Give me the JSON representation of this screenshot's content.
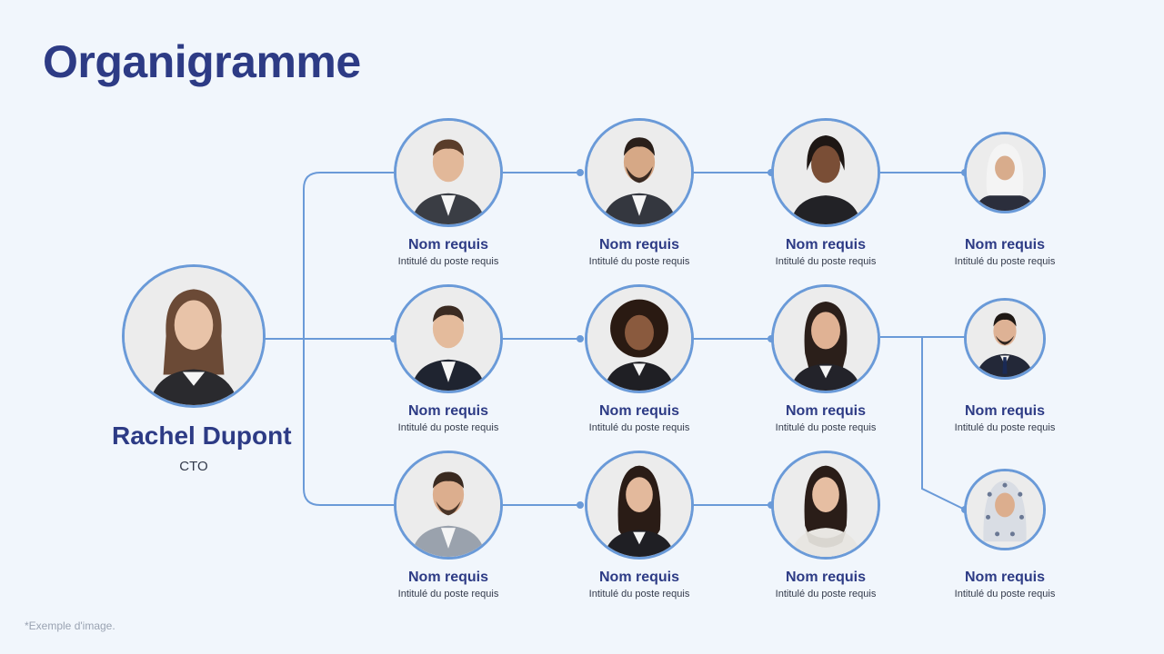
{
  "title": "Organigramme",
  "footnote": "*Exemple d'image.",
  "colors": {
    "title": "#2d3b85",
    "connector": "#6a9ad8",
    "background": "#f1f6fc"
  },
  "root": {
    "name": "Rachel Dupont",
    "role": "CTO",
    "photo": "photo-woman-brown-hair"
  },
  "rows": [
    {
      "members": [
        {
          "name": "Nom requis",
          "role": "Intitulé du poste requis",
          "photo": "photo-man-brown-hair-beard"
        },
        {
          "name": "Nom requis",
          "role": "Intitulé du poste requis",
          "photo": "photo-man-dark-hair-beard"
        },
        {
          "name": "Nom requis",
          "role": "Intitulé du poste requis",
          "photo": "photo-woman-dark-hair-tied"
        },
        {
          "name": "Nom requis",
          "role": "Intitulé du poste requis",
          "photo": "photo-woman-white-hijab"
        }
      ]
    },
    {
      "members": [
        {
          "name": "Nom requis",
          "role": "Intitulé du poste requis",
          "photo": "photo-man-short-hair-suit"
        },
        {
          "name": "Nom requis",
          "role": "Intitulé du poste requis",
          "photo": "photo-woman-curly-hair"
        },
        {
          "name": "Nom requis",
          "role": "Intitulé du poste requis",
          "photo": "photo-woman-long-dark-hair"
        },
        {
          "name": "Nom requis",
          "role": "Intitulé du poste requis",
          "photo": "photo-man-suit-tie"
        }
      ]
    },
    {
      "members": [
        {
          "name": "Nom requis",
          "role": "Intitulé du poste requis",
          "photo": "photo-man-grey-blazer"
        },
        {
          "name": "Nom requis",
          "role": "Intitulé du poste requis",
          "photo": "photo-woman-long-hair-blazer"
        },
        {
          "name": "Nom requis",
          "role": "Intitulé du poste requis",
          "photo": "photo-woman-white-scarf"
        },
        {
          "name": "Nom requis",
          "role": "Intitulé du poste requis",
          "photo": "photo-woman-patterned-hijab"
        }
      ]
    }
  ]
}
